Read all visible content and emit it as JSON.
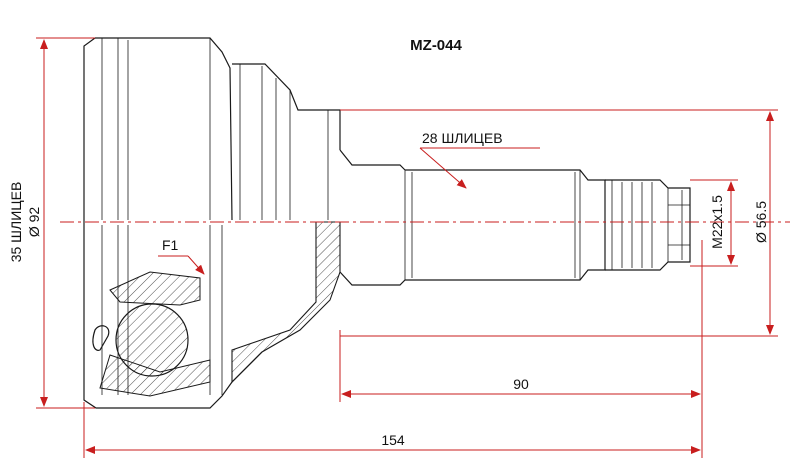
{
  "part_number": "MZ-044",
  "spline_count_inner": "28 ШЛИЦЕВ",
  "thread": "M22x1.5",
  "diameter_shaft": "Ø 56.5",
  "flag": "F1",
  "spline_count_outer": "35 ШЛИЦЕВ",
  "diameter_outer": "Ø 92",
  "length_shaft": "90",
  "length_total": "154",
  "colors": {
    "dimension": "#c81e1e",
    "outline": "#1a1a1a"
  }
}
